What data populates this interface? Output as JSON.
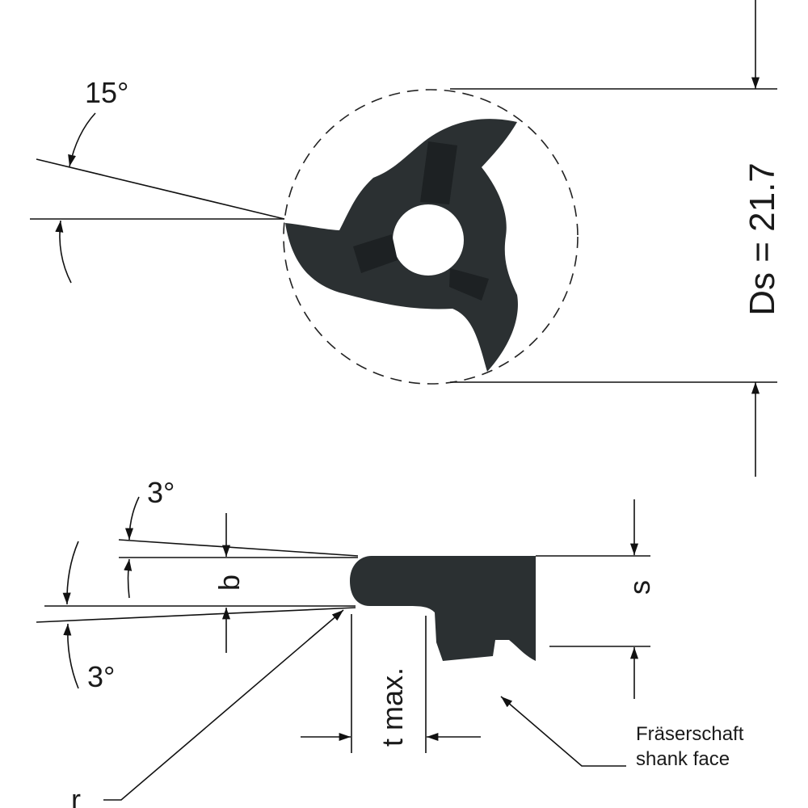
{
  "labels": {
    "angle_top": "15°",
    "diameter": "Ds = 21.7",
    "angle_upper": "3°",
    "angle_lower": "3°",
    "width_b": "b",
    "thickness_s": "s",
    "depth": "t max.",
    "radius": "r",
    "shank_de": "Fräserschaft",
    "shank_en": "shank face"
  },
  "colors": {
    "cutter": "#2b3032",
    "line": "#111111"
  }
}
